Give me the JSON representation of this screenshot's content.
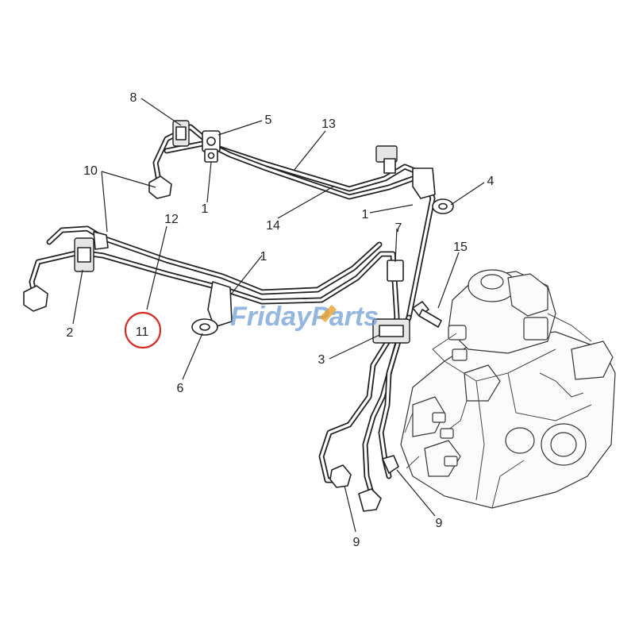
{
  "watermark": {
    "text": "FridayParts",
    "brand_color": "#6f9fd6",
    "accent_color": "#e8a12e"
  },
  "highlight": {
    "callout": "11",
    "ring_color": "#d62c22"
  },
  "callouts": [
    {
      "id": "8",
      "label": "8"
    },
    {
      "id": "5",
      "label": "5"
    },
    {
      "id": "13",
      "label": "13"
    },
    {
      "id": "10",
      "label": "10"
    },
    {
      "id": "1a",
      "label": "1"
    },
    {
      "id": "4",
      "label": "4"
    },
    {
      "id": "1b",
      "label": "1"
    },
    {
      "id": "12",
      "label": "12"
    },
    {
      "id": "14",
      "label": "14"
    },
    {
      "id": "1c",
      "label": "1"
    },
    {
      "id": "7",
      "label": "7"
    },
    {
      "id": "15",
      "label": "15"
    },
    {
      "id": "2",
      "label": "2"
    },
    {
      "id": "11",
      "label": "11"
    },
    {
      "id": "3",
      "label": "3"
    },
    {
      "id": "6",
      "label": "6"
    },
    {
      "id": "9a",
      "label": "9"
    },
    {
      "id": "9b",
      "label": "9"
    }
  ]
}
